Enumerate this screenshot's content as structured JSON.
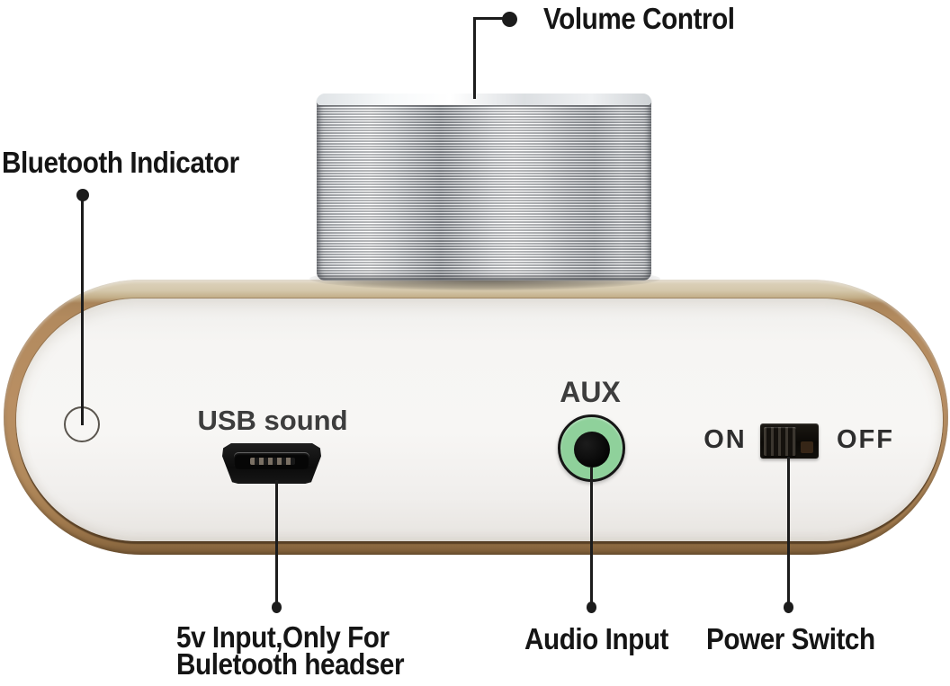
{
  "annotations": {
    "volume_control": "Volume Control",
    "bluetooth_indicator": "Bluetooth Indicator",
    "usb_note_line1": "5v Input,Only For",
    "usb_note_line2": "Buletooth headser",
    "audio_input": "Audio Input",
    "power_switch": "Power Switch"
  },
  "device_prints": {
    "usb_label": "USB sound",
    "aux_label": "AUX",
    "switch_on": "ON",
    "switch_off": "OFF"
  },
  "colors": {
    "leader_line": "#1c1c1c",
    "label_text": "#151515",
    "panel_print_text": "#3d3d3d",
    "chassis_gold": "#b78e61",
    "chassis_top_champagne": "#d6cbb2",
    "front_panel_white": "#f6f5f3",
    "aux_ring_green": "#8fd19b",
    "knob_silver": "#d5d8db"
  }
}
